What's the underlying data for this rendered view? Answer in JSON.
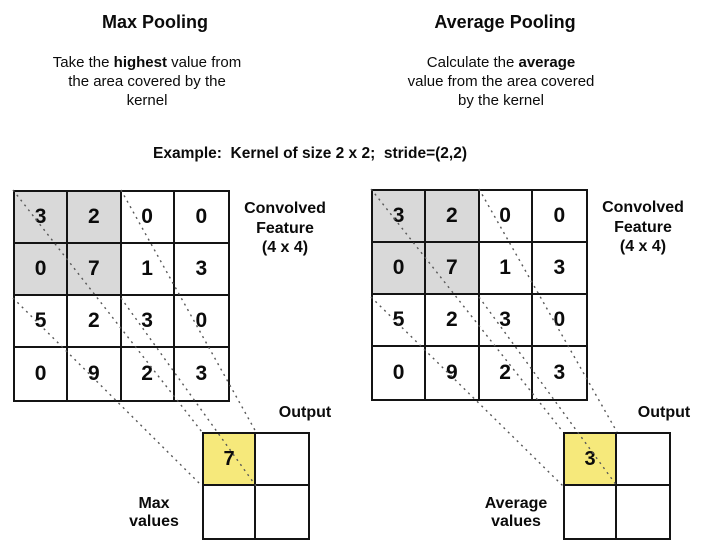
{
  "example_label": "Example:  Kernel of size 2 x 2;  stride=(2,2)",
  "colors": {
    "highlight_cell": "#d9d9d9",
    "output_active_cell": "#f6e97b",
    "grid_border": "#141414",
    "dashed_line": "#585858",
    "text": "#0b0b0b",
    "background": "#ffffff"
  },
  "panels": [
    {
      "title": "Max Pooling",
      "desc": {
        "line1_pre": "Take the ",
        "line1_bold": "highest",
        "line1_post": " value from",
        "line2": "the area covered by the",
        "line3": "kernel"
      },
      "feature_label": {
        "line1": "Convolved",
        "line2": "Feature",
        "line3": "(4 x 4)"
      },
      "matrix": [
        [
          "3",
          "2",
          "0",
          "0"
        ],
        [
          "0",
          "7",
          "1",
          "3"
        ],
        [
          "5",
          "2",
          "3",
          "0"
        ],
        [
          "0",
          "9",
          "2",
          "3"
        ]
      ],
      "highlighted_region": "top-left 2x2",
      "output_label": "Output",
      "output_value": "7",
      "values_label": {
        "line1": "Max",
        "line2": "values"
      }
    },
    {
      "title": "Average Pooling",
      "desc": {
        "line1_pre": "Calculate the ",
        "line1_bold": "average",
        "line1_post": "",
        "line2": "value from the area covered",
        "line3": "by the kernel"
      },
      "feature_label": {
        "line1": "Convolved",
        "line2": "Feature",
        "line3": "(4 x 4)"
      },
      "matrix": [
        [
          "3",
          "2",
          "0",
          "0"
        ],
        [
          "0",
          "7",
          "1",
          "3"
        ],
        [
          "5",
          "2",
          "3",
          "0"
        ],
        [
          "0",
          "9",
          "2",
          "3"
        ]
      ],
      "highlighted_region": "top-left 2x2",
      "output_label": "Output",
      "output_value": "3",
      "values_label": {
        "line1": "Average",
        "line2": "values"
      }
    }
  ]
}
